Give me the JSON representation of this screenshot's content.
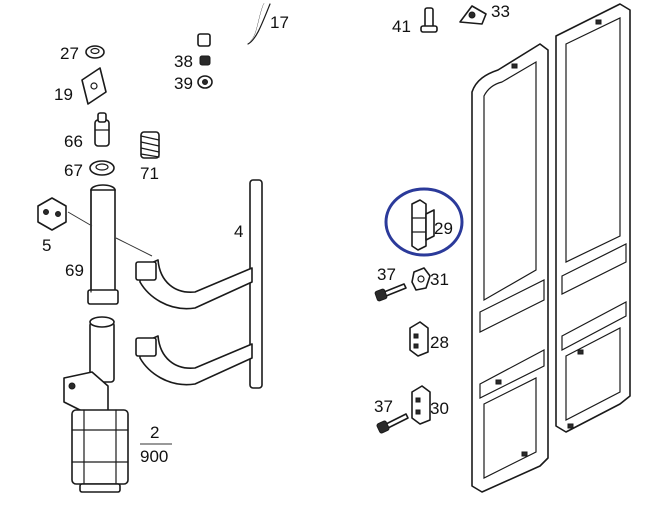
{
  "labels": {
    "p17": "17",
    "p41": "41",
    "p33": "33",
    "p27": "27",
    "p38": "38",
    "p39": "39",
    "p19": "19",
    "p66": "66",
    "p71": "71",
    "p67": "67",
    "p5": "5",
    "p69": "69",
    "p4": "4",
    "p29": "29",
    "p37a": "37",
    "p31": "31",
    "p28": "28",
    "p37b": "37",
    "p30": "30",
    "frac_num": "2",
    "frac_den": "900"
  },
  "colors": {
    "line": "#1a1a1a",
    "highlight": "#2b3a9a",
    "background": "#ffffff"
  }
}
